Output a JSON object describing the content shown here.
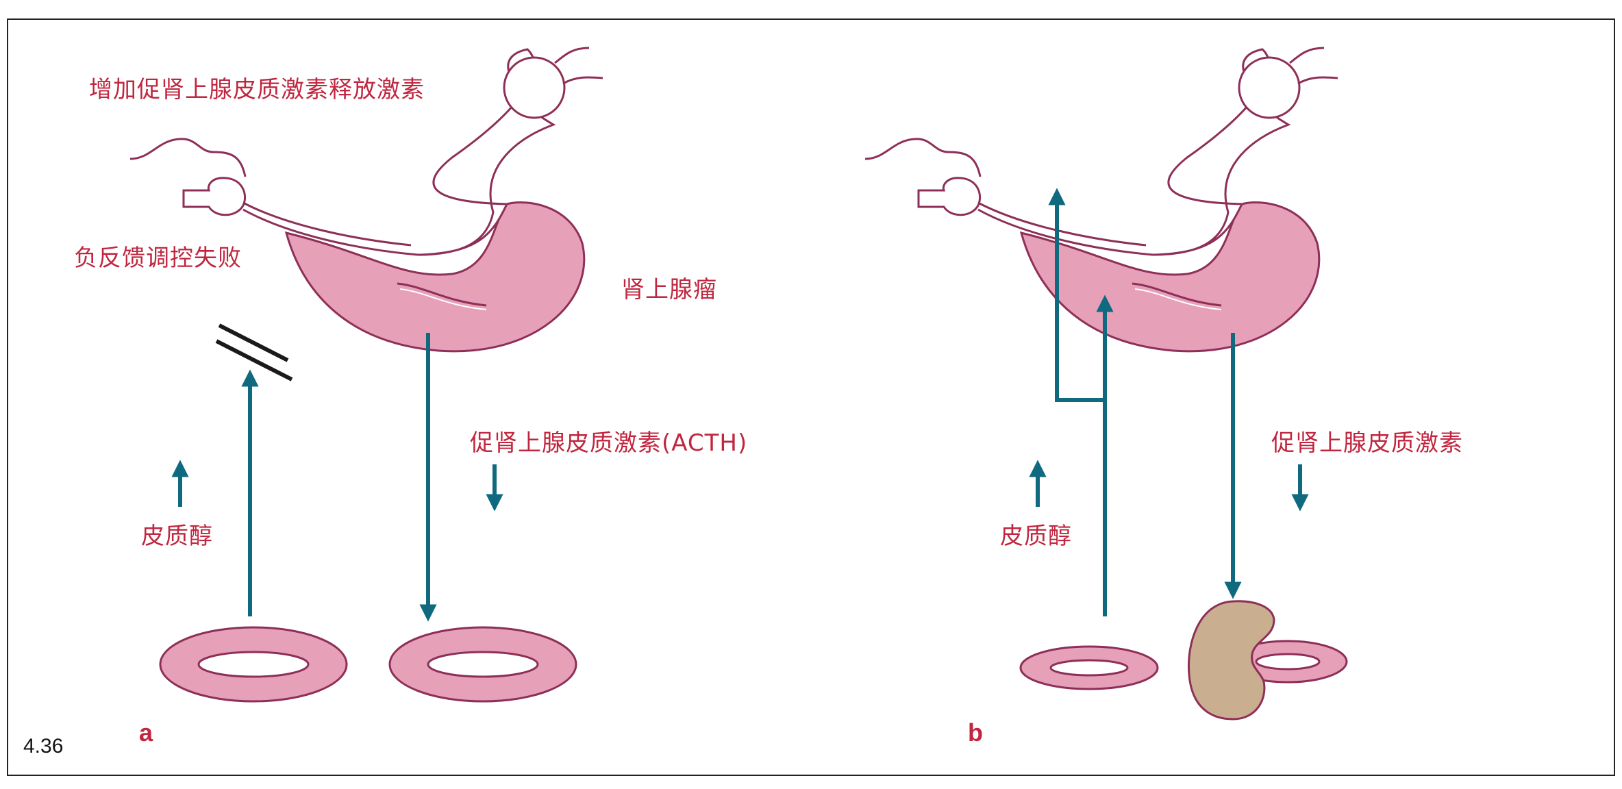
{
  "figure_number": "4.36",
  "colors": {
    "label": "#c0263f",
    "arrow": "#0f6a80",
    "tissue_fill": "#e6a0b8",
    "tissue_stroke": "#8e2f57",
    "tumor_fill": "#c9ae8f",
    "frame": "#222222"
  },
  "panel_a": {
    "letter": "a",
    "crh_label": "增加促肾上腺皮质激素释放激素",
    "feedback_label": "负反馈调控失败",
    "tumor_label": "肾上腺瘤",
    "acth_label": "促肾上腺皮质激素(ACTH)",
    "cortisol_label": "皮质醇",
    "cortisol_trend": "up",
    "acth_trend": "down"
  },
  "panel_b": {
    "letter": "b",
    "acth_label": "促肾上腺皮质激素",
    "cortisol_label": "皮质醇",
    "cortisol_trend": "up",
    "acth_trend": "down"
  }
}
